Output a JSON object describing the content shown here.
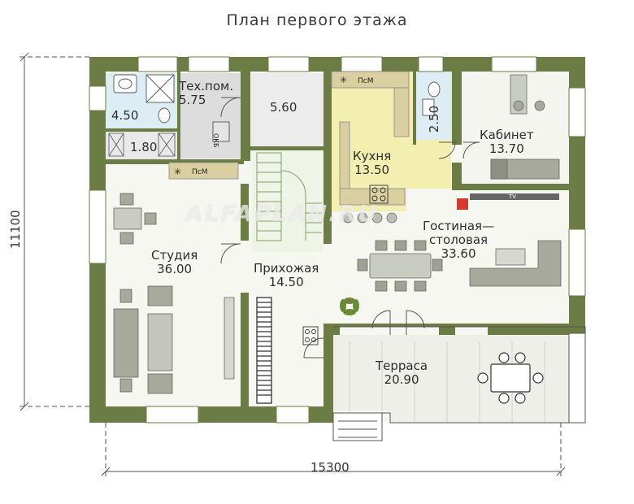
{
  "title": "План первого этажа",
  "watermark": "ALFAPLAN.RU",
  "dimensions": {
    "width": "15300",
    "depth": "11100"
  },
  "rooms": {
    "bath": {
      "area": "4.50"
    },
    "tech": {
      "name": "Тех.пом.",
      "area": "5.75"
    },
    "closet": {
      "area": "1.80"
    },
    "hall_store": {
      "area": "5.60"
    },
    "wc": {
      "area": "2.50"
    },
    "kitchen": {
      "name": "Кухня",
      "area": "13.50"
    },
    "office": {
      "name": "Кабинет",
      "area": "13.70"
    },
    "studio": {
      "name": "Студия",
      "area": "36.00"
    },
    "entry": {
      "name": "Прихожая",
      "area": "14.50"
    },
    "living": {
      "name_line1": "Гостиная—",
      "name_line2": "столовая",
      "area": "33.60"
    },
    "terrace": {
      "name": "Терраса",
      "area": "20.90"
    }
  },
  "fixtures": {
    "boiler": "ОКБ",
    "dishwasher": "ПсМ",
    "tv": "TV"
  },
  "colors": {
    "wall": "#6b7d45",
    "kitchen_floor": "#f3efb1",
    "wet_floor": "#dcedf4",
    "tech_floor": "#dddddd",
    "room_floor": "#f7f7f2",
    "terrace_floor": "#efefe9",
    "furniture": "#9ea193"
  }
}
